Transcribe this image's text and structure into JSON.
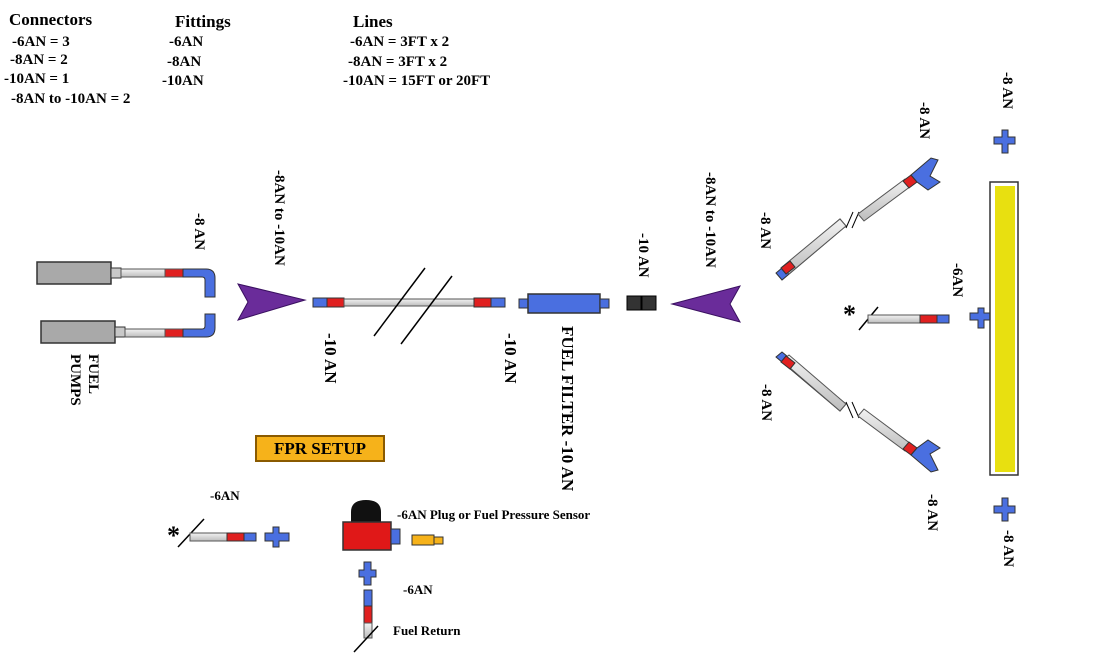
{
  "legend": {
    "connectors": {
      "title": "Connectors",
      "items": [
        "-6AN = 3",
        "-8AN = 2",
        "-10AN = 1",
        "-8AN to -10AN = 2"
      ]
    },
    "fittings": {
      "title": "Fittings",
      "items": [
        "-6AN",
        "-8AN",
        "-10AN"
      ]
    },
    "lines": {
      "title": "Lines",
      "items": [
        "-6AN = 3FT x 2",
        "-8AN = 3FT x 2",
        "-10AN = 15FT or 20FT"
      ]
    }
  },
  "labels": {
    "pumps_fitting": "-8 AN",
    "adapter_left": "-8AN to -10AN",
    "line_10an_a": "-10 AN",
    "line_10an_b": "-10 AN",
    "fuel_pumps_line1": "FUEL",
    "fuel_pumps_line2": "PUMPS",
    "fuel_filter": "FUEL FILTER -10 AN",
    "coupler_10an": "-10 AN",
    "adapter_right": "-8AN to -10AN",
    "rail_upper_line": "-8 AN",
    "rail_upper_fitting": "-8 AN",
    "rail_top_fitting": "-8 AN",
    "rail_mid_fitting": "-6AN",
    "rail_lower_line": "-8 AN",
    "rail_lower_fitting": "-8 AN",
    "rail_bottom_fitting": "-8 AN",
    "asterisk_mid": "*",
    "asterisk_fpr": "*",
    "fpr_title": "FPR SETUP",
    "fpr_inlet": "-6AN",
    "fpr_plug": "-6AN Plug or Fuel Pressure Sensor",
    "fpr_return_fitting": "-6AN",
    "fpr_return": "Fuel Return"
  },
  "colors": {
    "fitting_blue": "#4a6fe0",
    "collar_red": "#e02020",
    "line_gray": "#d9d9d9",
    "pump_gray": "#a9a9a9",
    "adapter_purple": "#6a2c9a",
    "rail_yellow": "#e8e010",
    "fpr_red": "#e01818",
    "badge_orange": "#f6b21a"
  }
}
